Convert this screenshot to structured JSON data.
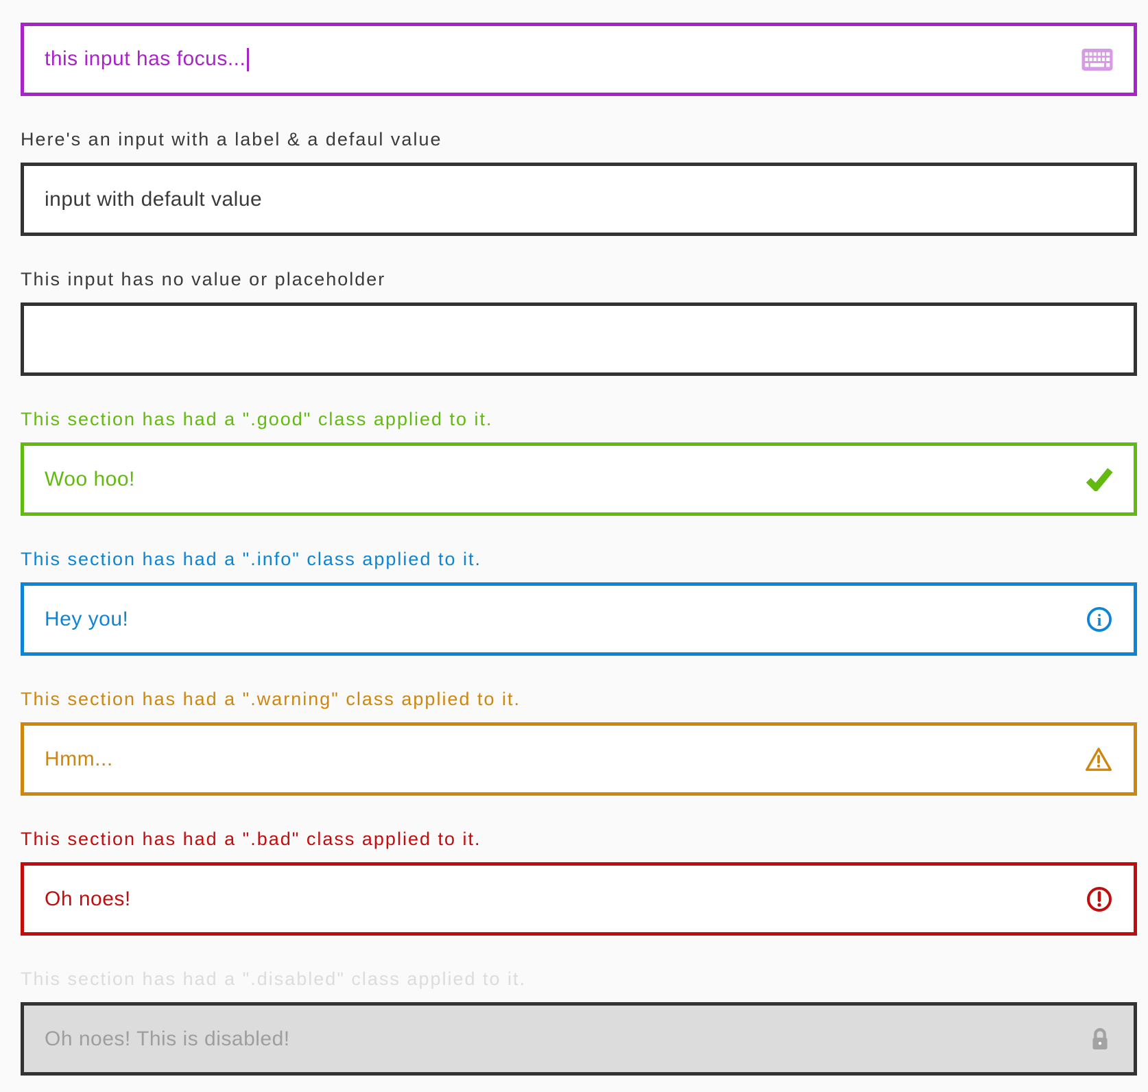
{
  "colors": {
    "page_background": "#fafafa",
    "focus_purple": "#a823c8",
    "default_border": "#333333",
    "label_text": "#3a3a3a",
    "good_green": "#62ba10",
    "info_blue": "#0d84d6",
    "warning_orange": "#cd860e",
    "bad_red": "#c10d0d",
    "disabled_label": "#dcdcdc",
    "disabled_background": "#dcdcdc",
    "disabled_text": "#9e9e9e",
    "disabled_icon": "#a3a3a3",
    "input_background": "#ffffff"
  },
  "fields": [
    {
      "state": "focused",
      "label": null,
      "value": "this input has focus...",
      "icon": "keyboard-icon"
    },
    {
      "state": "normal",
      "label": "Here's an input with a label & a defaul value",
      "value": "input with default value",
      "icon": null
    },
    {
      "state": "normal",
      "label": "This input has no value or placeholder",
      "value": "",
      "icon": null
    },
    {
      "state": "good",
      "label": "This section has had a \".good\" class applied to it.",
      "value": "Woo hoo!",
      "icon": "check-icon"
    },
    {
      "state": "info",
      "label": "This section has had a \".info\" class applied to it.",
      "value": "Hey you!",
      "icon": "info-circle-icon"
    },
    {
      "state": "warning",
      "label": "This section has had a \".warning\" class applied to it.",
      "value": "Hmm...",
      "icon": "warning-triangle-icon"
    },
    {
      "state": "bad",
      "label": "This section has had a \".bad\" class applied to it.",
      "value": "Oh noes!",
      "icon": "alert-circle-icon"
    },
    {
      "state": "disabled",
      "label": "This section has had a \".disabled\" class applied to it.",
      "value": "Oh noes! This is disabled!",
      "icon": "lock-icon"
    }
  ]
}
